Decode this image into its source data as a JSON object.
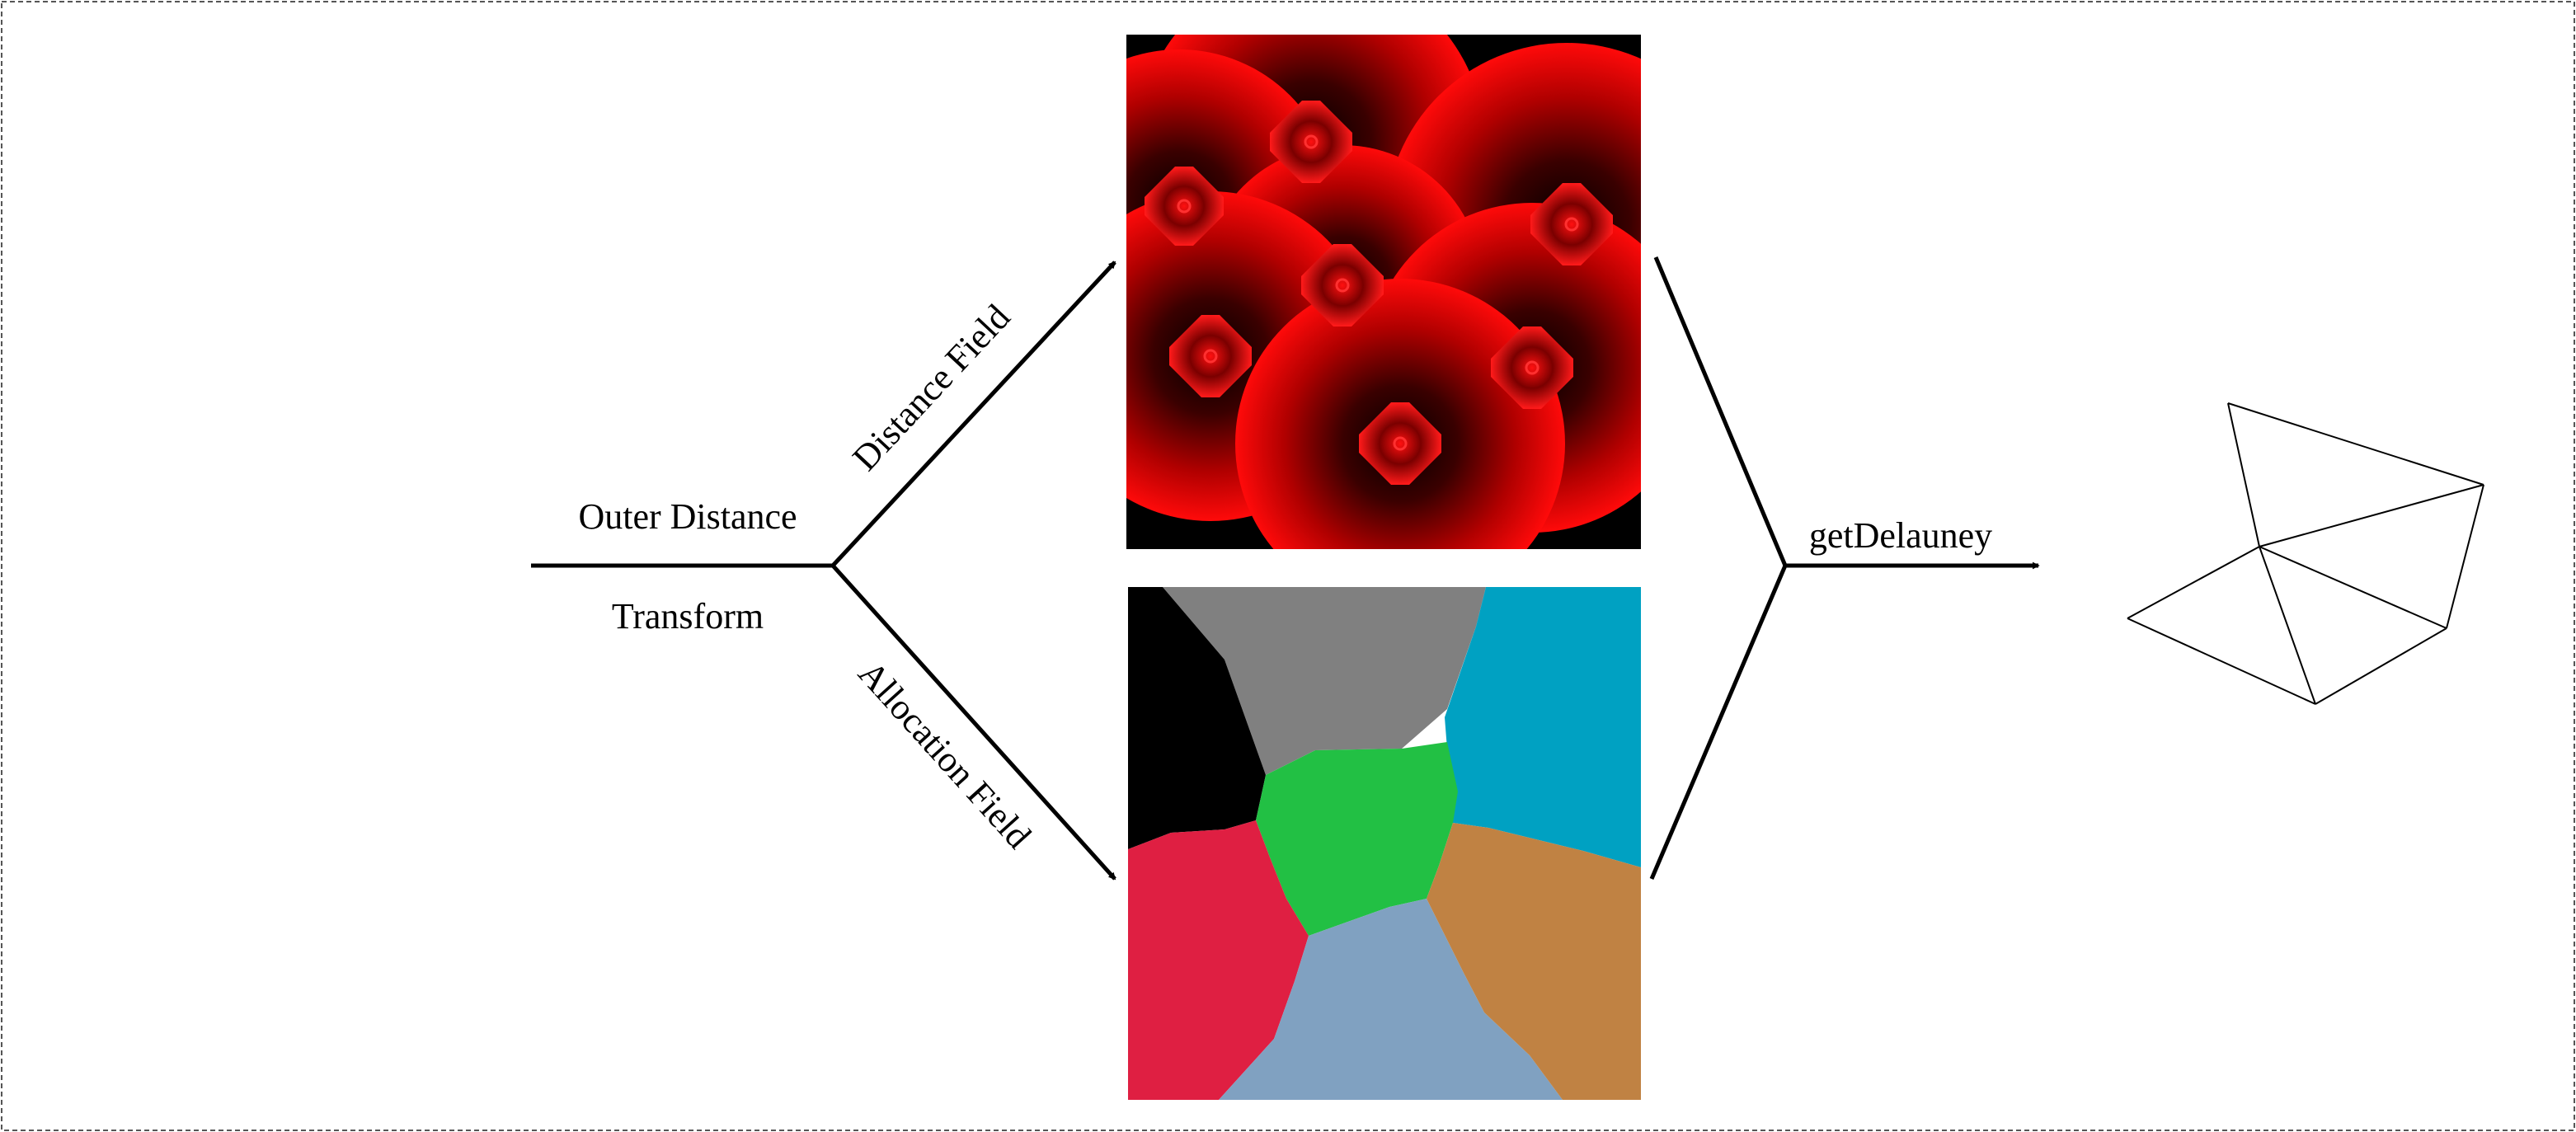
{
  "labels": {
    "outer_distance": "Outer Distance",
    "transform": "Transform",
    "distance_field": "Distance Field",
    "allocation_field": "Allocation Field",
    "get_delauney": "getDelauney"
  },
  "colors": {
    "distance_field_base": "#c00000",
    "distance_field_dark": "#000000",
    "distance_field_bright": "#ff0a0a",
    "region_gray": "#808080",
    "region_black": "#000000",
    "region_teal": "#00a1c2",
    "region_green": "#22c044",
    "region_crimson": "#df1f42",
    "region_steel_blue": "#80a1c1",
    "region_copper": "#c08243",
    "mesh_stroke": "#000000",
    "arrow_stroke": "#000000"
  },
  "icons": {
    "seed_marker": "octagon-icon",
    "arrowhead": "arrowhead-icon"
  }
}
